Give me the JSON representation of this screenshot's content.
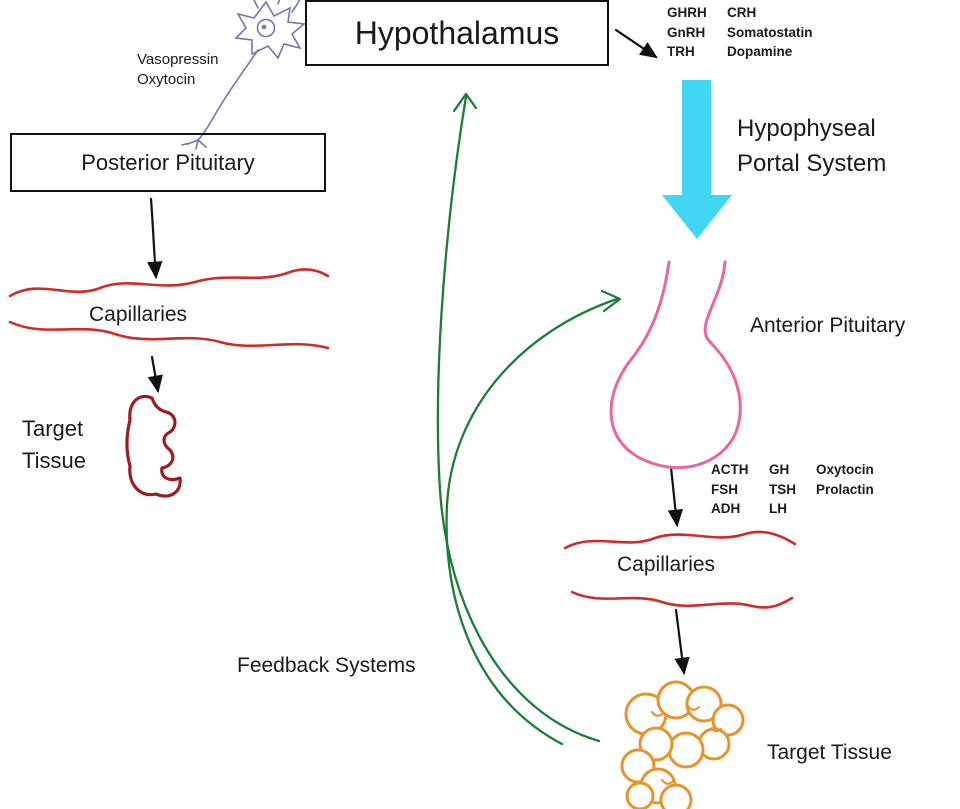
{
  "colors": {
    "ink": "#1a1a1a",
    "purple": "#7076b2",
    "red": "#cf2b2b",
    "darkred": "#9e1b23",
    "cyan": "#41d7f2",
    "pink": "#e9679f",
    "orange": "#e8942b",
    "green": "#1b7d36",
    "black": "#111111"
  },
  "labels": {
    "hypothalamus": "Hypothalamus",
    "posterior_pituitary": "Posterior Pituitary",
    "neuro_hormones": "Vasopressin\nOxytocin",
    "releasing_col1": "GHRH\nGnRH\nTRH",
    "releasing_col2": "CRH\nSomatostatin\nDopamine",
    "portal_system": "Hypophyseal\nPortal System",
    "anterior_pituitary": "Anterior Pituitary",
    "anterior_col1": "ACTH\nFSH\nADH",
    "anterior_col2": "GH\nTSH\nLH",
    "anterior_col3": "Oxytocin\nProlactin",
    "capillaries_left": "Capillaries",
    "capillaries_right": "Capillaries",
    "target_tissue_left": "Target\nTissue",
    "target_tissue_right": "Target Tissue",
    "feedback_systems": "Feedback Systems"
  }
}
